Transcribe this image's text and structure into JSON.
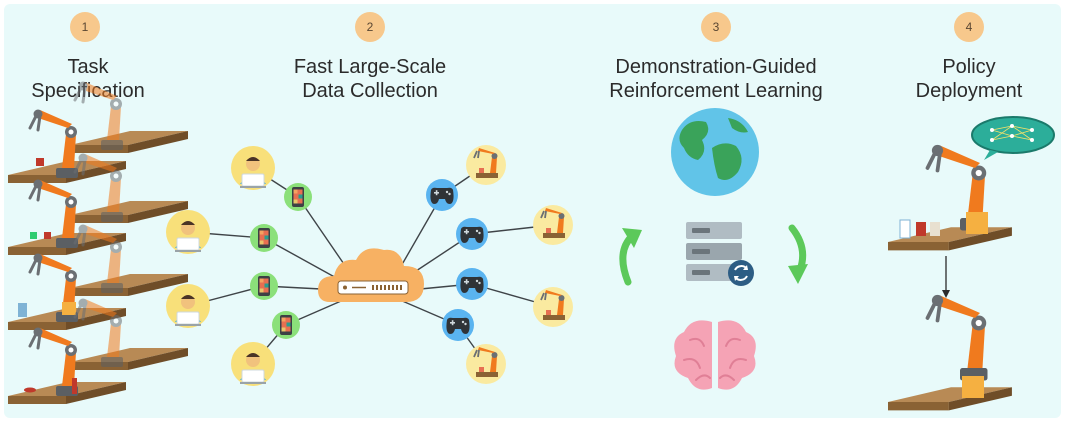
{
  "steps": [
    {
      "number": "1",
      "title_lines": [
        "Task",
        "Specification"
      ]
    },
    {
      "number": "2",
      "title_lines": [
        "Fast Large-Scale",
        "Data Collection"
      ]
    },
    {
      "number": "3",
      "title_lines": [
        "Demonstration-Guided",
        "Reinforcement Learning"
      ]
    },
    {
      "number": "4",
      "title_lines": [
        "Policy",
        "Deployment"
      ]
    }
  ],
  "colors": {
    "background": "#e8fafa",
    "badge": "#f7c88c",
    "robot_orange": "#f07a1e",
    "robot_gray": "#6b6f73",
    "table": "#8a6234",
    "arrow_green": "#5cc95a",
    "operator_circle": "#f8e07a",
    "phone_circle": "#8be07a",
    "gamepad_circle": "#5ab4f0",
    "robot_circle": "#faeaa0",
    "cloud": "#f7b163",
    "brain": "#f5a3b5",
    "globe_water": "#61c4e8",
    "globe_land": "#3aa35a"
  },
  "icons": [
    "robot-arm-icon",
    "operator-icon",
    "phone-icon",
    "cloud-server-icon",
    "gamepad-icon",
    "globe-icon",
    "server-sync-icon",
    "brain-icon",
    "neural-network-icon",
    "cycle-arrow-icon",
    "down-arrow-icon"
  ]
}
